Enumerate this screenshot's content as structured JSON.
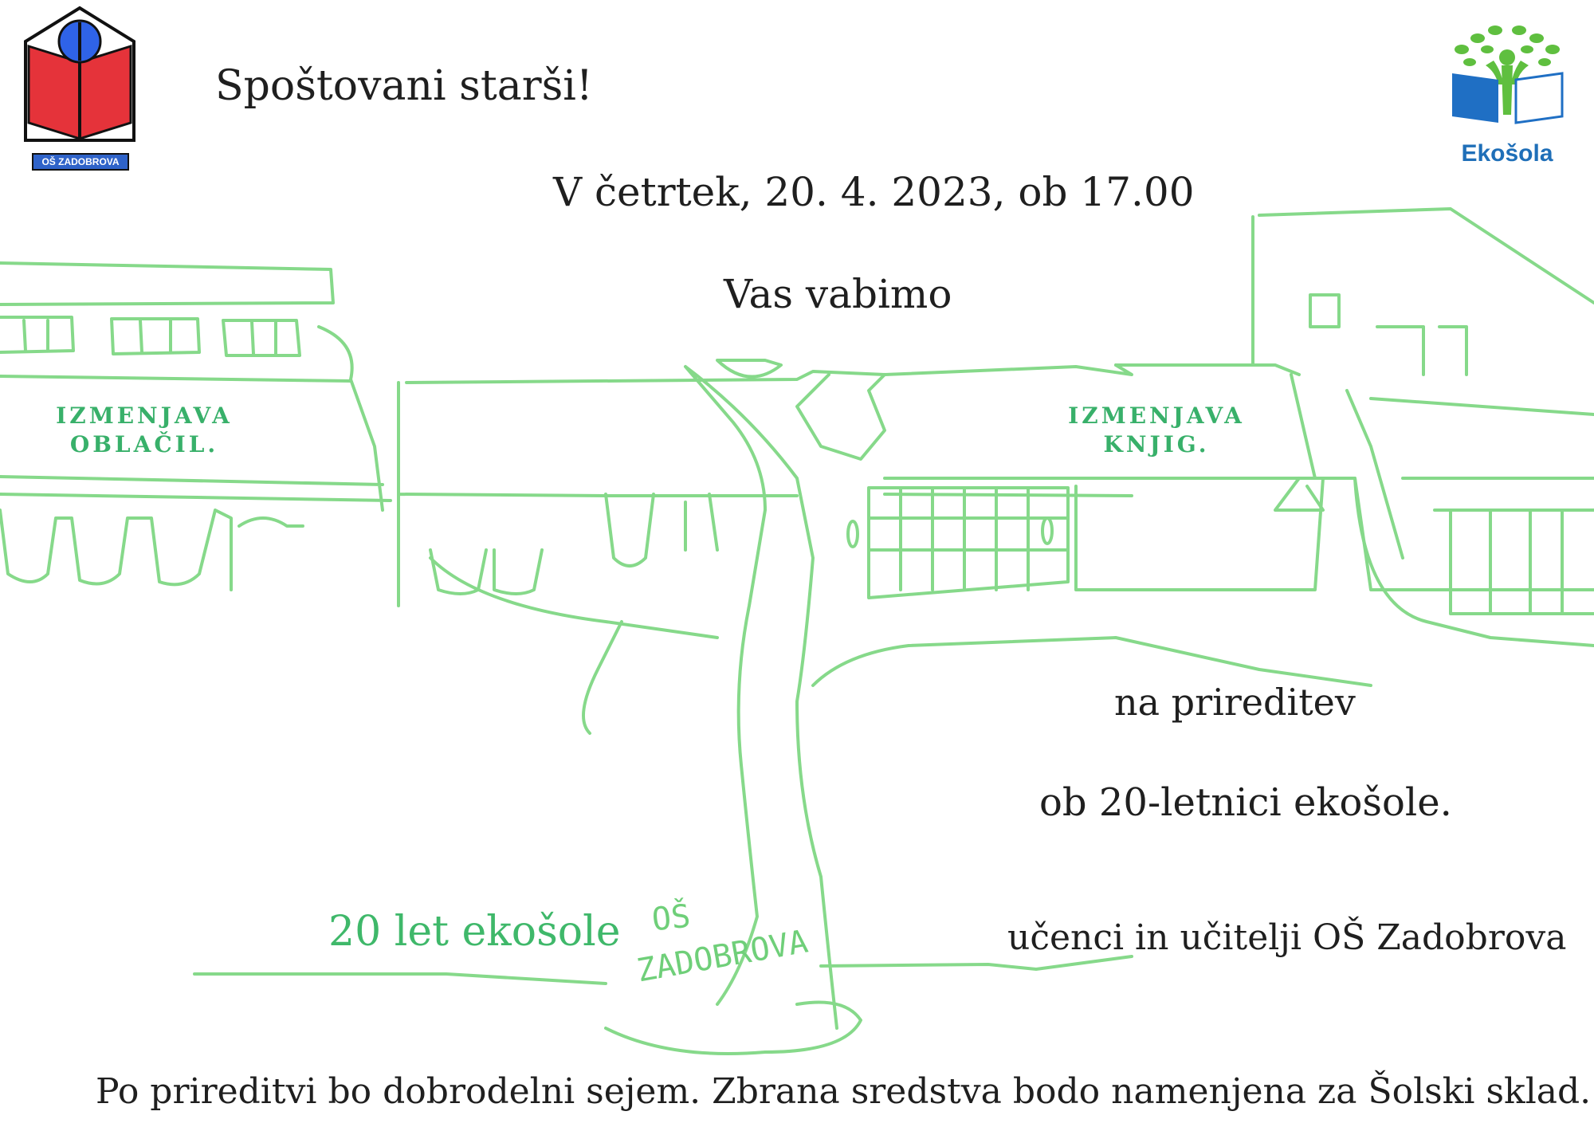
{
  "header": {
    "greeting": "Spoštovani starši!",
    "school_logo_text": "OŠ ZADOBROVA",
    "eco_logo_text": "Ekošola"
  },
  "main": {
    "datetime": "V četrtek, 20. 4. 2023, ob 17.00",
    "invite": "Vas vabimo",
    "event": "na prireditev",
    "occasion": "ob 20-letnici ekošole.",
    "anniversary": "20 let ekošole",
    "signature": "učenci in učitelji OŠ Zadobrova"
  },
  "labels": {
    "left_line1": "IZMENJAVA",
    "left_line2": "OBLAČIL.",
    "right_line1": "IZMENJAVA",
    "right_line2": "KNJIG."
  },
  "drawing": {
    "tree_text_line1": "OŠ",
    "tree_text_line2": "ZADOBROVA",
    "line_color": "#86d98a"
  },
  "footer": {
    "note": "Po prireditvi bo dobrodelni sejem. Zbrana sredstva bodo namenjena za Šolski sklad."
  }
}
